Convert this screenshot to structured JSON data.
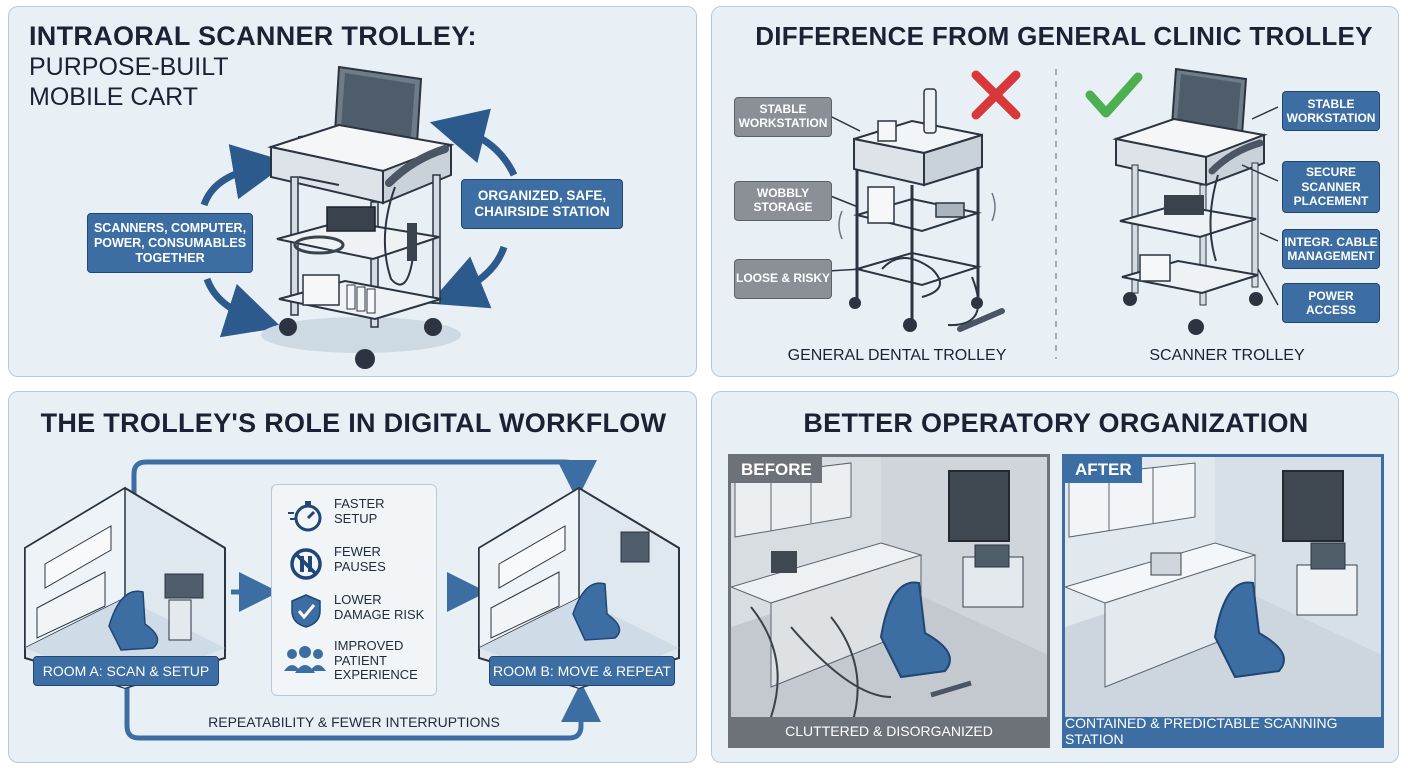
{
  "panel1": {
    "title_line1": "INTRAORAL SCANNER TROLLEY:",
    "title_line2": "PURPOSE-BUILT",
    "title_line3": "MOBILE CART",
    "left_pill": "SCANNERS, COMPUTER, POWER, CONSUMABLES TOGETHER",
    "right_pill": "ORGANIZED, SAFE, CHAIRSIDE STATION"
  },
  "panel2": {
    "title": "DIFFERENCE FROM GENERAL CLINIC TROLLEY",
    "left_labels": [
      "STABLE WORKSTATION",
      "WOBBLY STORAGE",
      "LOOSE & RISKY"
    ],
    "right_labels": [
      "STABLE WORKSTATION",
      "SECURE SCANNER PLACEMENT",
      "INTEGR. CABLE MANAGEMENT",
      "POWER ACCESS"
    ],
    "left_caption": "GENERAL DENTAL TROLLEY",
    "right_caption": "SCANNER TROLLEY"
  },
  "panel3": {
    "title": "THE TROLLEY'S ROLE IN DIGITAL WORKFLOW",
    "room_a": "ROOM A: SCAN & SETUP",
    "room_b": "ROOM B: MOVE & REPEAT",
    "bottom_note": "REPEATABILITY & FEWER INTERRUPTIONS",
    "benefits": [
      {
        "icon": "stopwatch-icon",
        "line1": "FASTER",
        "line2": "SETUP"
      },
      {
        "icon": "no-pause-icon",
        "line1": "FEWER",
        "line2": "PAUSES"
      },
      {
        "icon": "shield-check-icon",
        "line1": "LOWER",
        "line2": "DAMAGE RISK"
      },
      {
        "icon": "people-icon",
        "line1": "IMPROVED",
        "line2": "PATIENT",
        "line3": "EXPERIENCE"
      }
    ]
  },
  "panel4": {
    "title": "BETTER OPERATORY ORGANIZATION",
    "before_tag": "BEFORE",
    "after_tag": "AFTER",
    "before_caption": "CLUTTERED & DISORGANIZED",
    "after_caption": "CONTAINED & PREDICTABLE SCANNING STATION"
  },
  "colors": {
    "accent_blue": "#3d6ea3",
    "dark_blue": "#1f4674",
    "panel_bg": "#e8f0f5",
    "cross_red": "#d9383a",
    "check_green": "#4caf50",
    "gray_tag": "#6d7278"
  }
}
